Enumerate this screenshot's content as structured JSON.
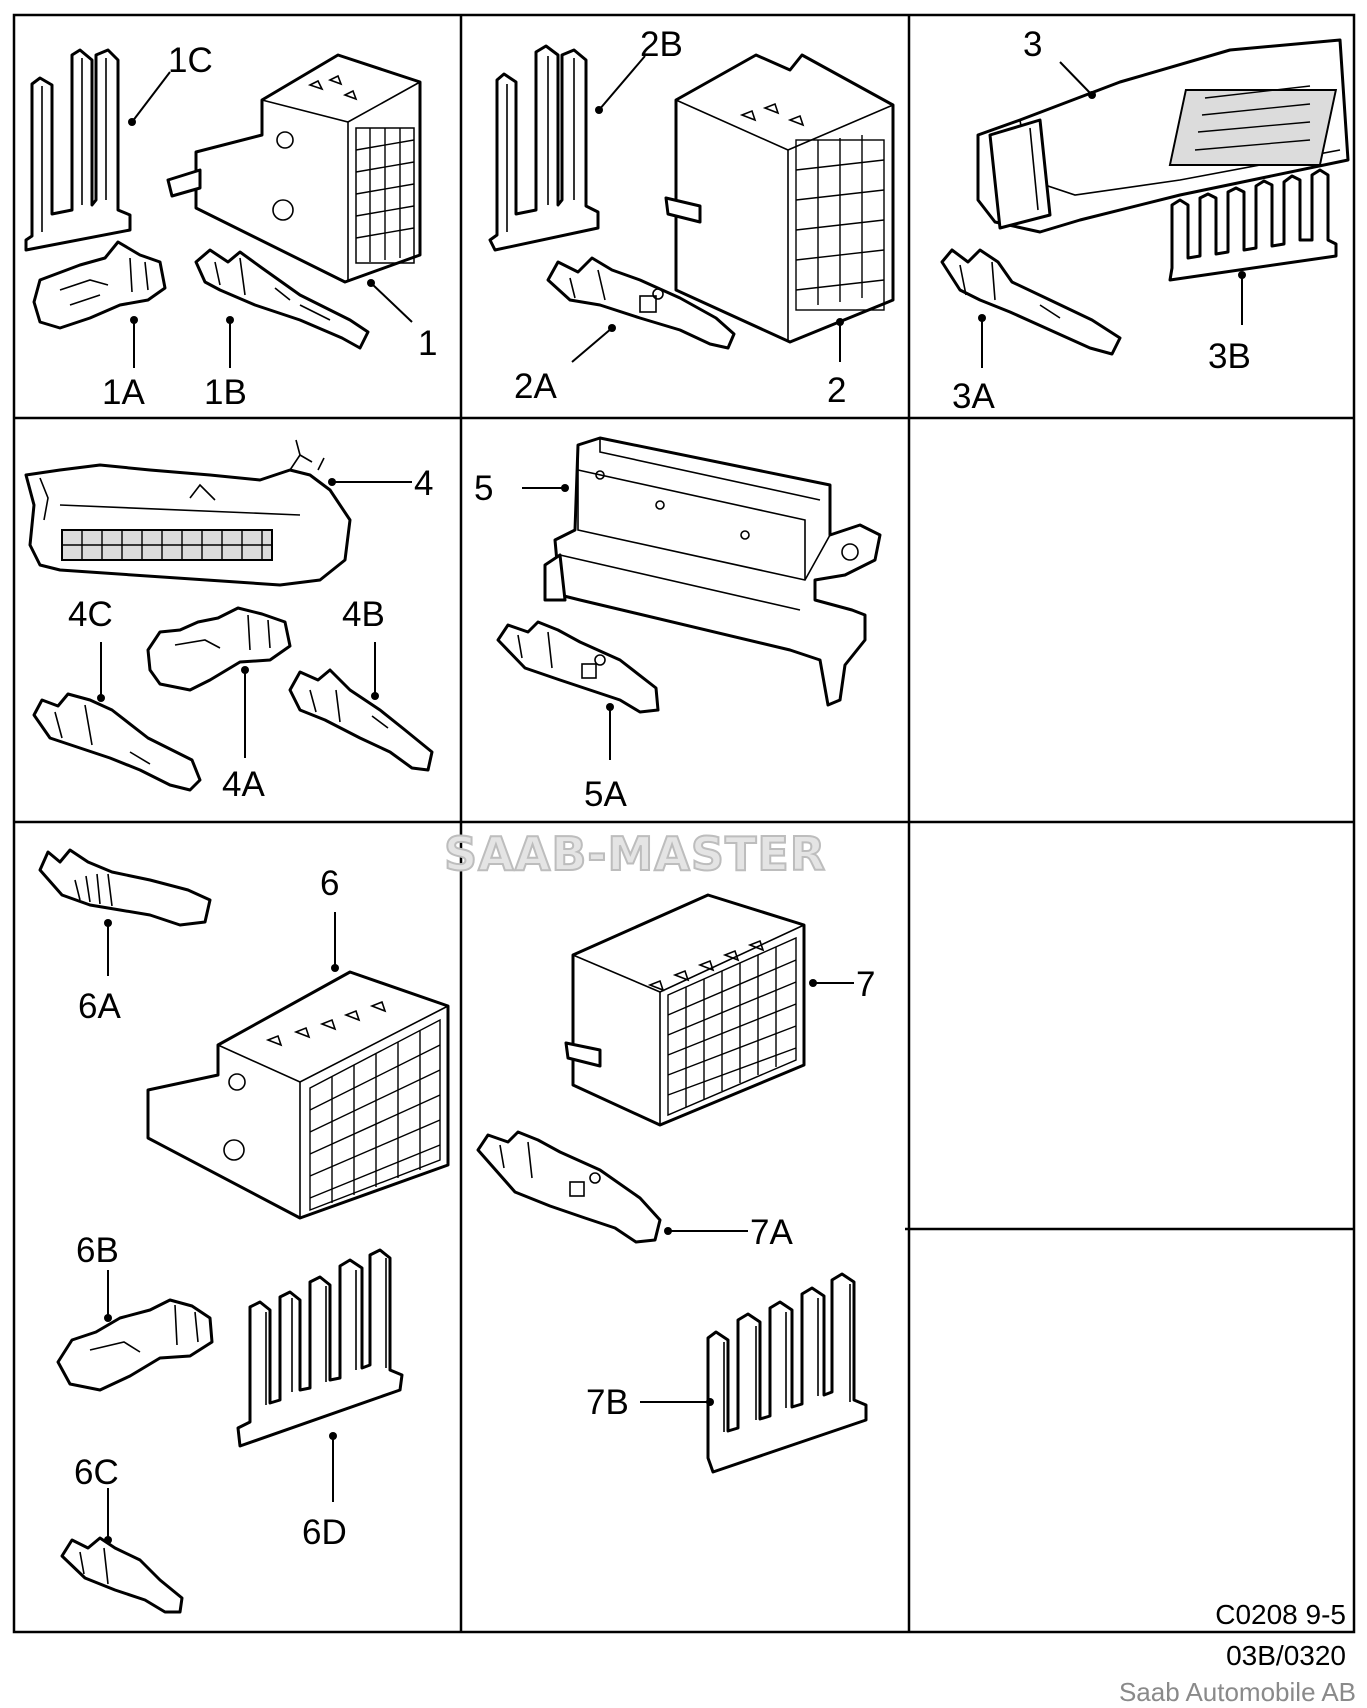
{
  "watermark": "SAAB-MASTER",
  "footer": {
    "code": "C0208 9-5",
    "ref": "03B/0320",
    "copyright": "Saab Automobile AB"
  },
  "labels": {
    "p1": "1",
    "p1a": "1A",
    "p1b": "1B",
    "p1c": "1C",
    "p2": "2",
    "p2a": "2A",
    "p2b": "2B",
    "p3": "3",
    "p3a": "3A",
    "p3b": "3B",
    "p4": "4",
    "p4a": "4A",
    "p4b": "4B",
    "p4c": "4C",
    "p5": "5",
    "p5a": "5A",
    "p6": "6",
    "p6a": "6A",
    "p6b": "6B",
    "p6c": "6C",
    "p6d": "6D",
    "p7": "7",
    "p7a": "7A",
    "p7b": "7B"
  },
  "colors": {
    "line": "#000000",
    "watermark": "#bdbdbd",
    "copyright": "#8a8a8a"
  }
}
